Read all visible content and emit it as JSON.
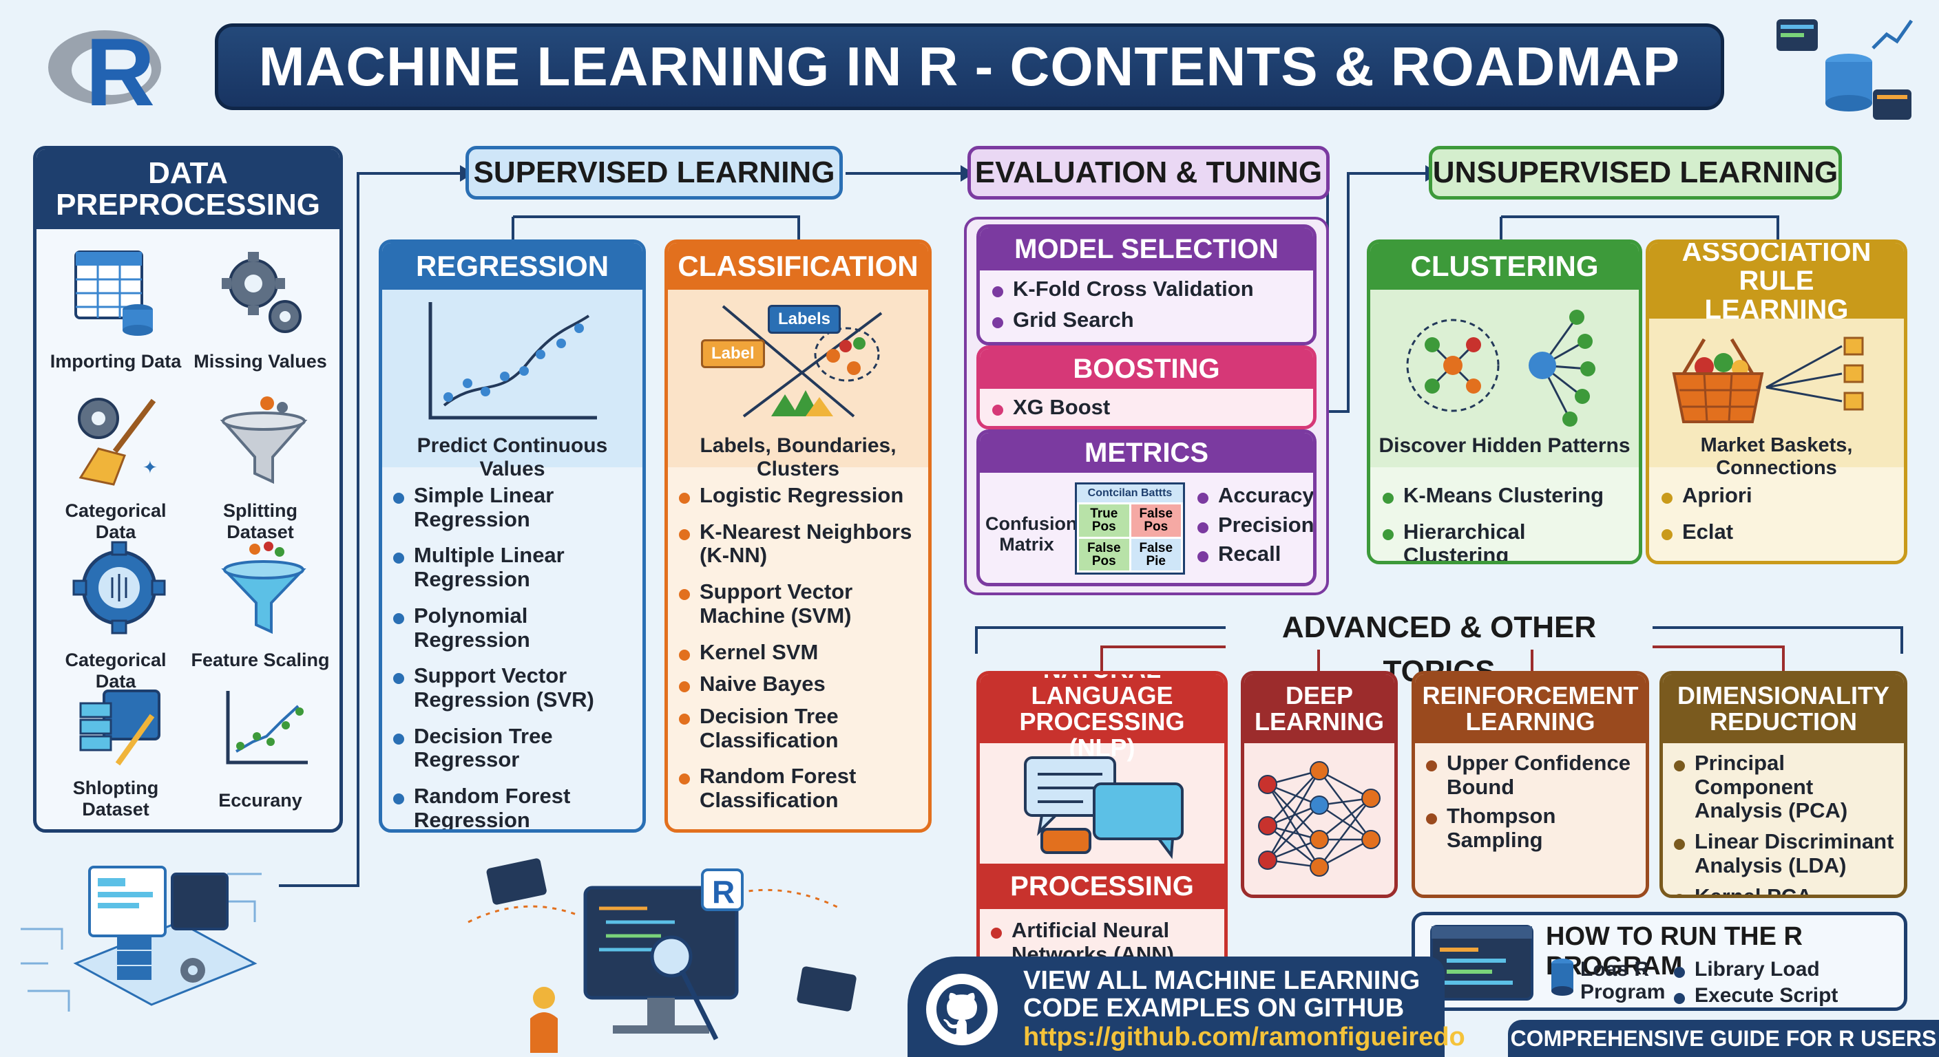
{
  "title": "MACHINE LEARNING IN R - CONTENTS & ROADMAP",
  "logo_letter": "R",
  "colors": {
    "navy": "#1e3f6e",
    "blue": "#2a6fb4",
    "orange": "#e2701e",
    "purple": "#7b3aa0",
    "pink": "#d63877",
    "green": "#3d9a3a",
    "gold": "#c99a1a",
    "red": "#c8322d",
    "darkred": "#9c2c2c",
    "brown": "#9a4a1e",
    "olive": "#7a5a1e"
  },
  "preprocessing": {
    "title": "DATA PREPROCESSING",
    "items": [
      "Importing Data",
      "Missing Values",
      "Categorical Data",
      "Splitting Dataset",
      "Categorical Data",
      "Feature Scaling",
      "Shlopting Dataset",
      "Eccurany"
    ]
  },
  "supervised": {
    "label": "SUPERVISED LEARNING",
    "regression": {
      "title": "REGRESSION",
      "caption": "Predict Continuous Values",
      "items": [
        "Simple Linear Regression",
        "Multiple Linear Regression",
        "Polynomial Regression",
        "Support Vector Regression (SVR)",
        "Decision Tree Regressor",
        "Random Forest Regression"
      ]
    },
    "classification": {
      "title": "CLASSIFICATION",
      "caption": "Labels, Boundaries, Clusters",
      "tag1": "Labels",
      "tag2": "Label",
      "items": [
        "Logistic Regression",
        "K-Nearest Neighbors (K-NN)",
        "Support Vector Machine (SVM)",
        "Kernel SVM",
        "Naive Bayes",
        "Decision Tree Classification",
        "Random Forest Classification"
      ]
    }
  },
  "evaluation": {
    "label": "EVALUATION & TUNING",
    "model_selection": {
      "title": "MODEL SELECTION",
      "items": [
        "K-Fold Cross Validation",
        "Grid Search"
      ]
    },
    "boosting": {
      "title": "BOOSTING",
      "items": [
        "XG Boost"
      ]
    },
    "metrics": {
      "title": "METRICS",
      "confusion_label": "Confusion Matrix",
      "matrix_header": "Contcilan Battts",
      "cells": [
        "True Pos",
        "False Pos",
        "False Pos",
        "False Pie"
      ],
      "items": [
        "Accuracy",
        "Precision",
        "Recall"
      ]
    }
  },
  "unsupervised": {
    "label": "UNSUPERVISED LEARNING",
    "clustering": {
      "title": "CLUSTERING",
      "caption": "Discover Hidden Patterns",
      "items": [
        "K-Means Clustering",
        "Hierarchical Clustering"
      ]
    },
    "association": {
      "title": "ASSOCIATION RULE LEARNING",
      "caption": "Market Baskets, Connections",
      "items": [
        "Apriori",
        "Eclat"
      ]
    }
  },
  "advanced": {
    "label": "ADVANCED & OTHER TOPICS",
    "nlp": {
      "title": "NATURAL LANGUAGE PROCESSING (NLP)",
      "sub": "PROCESSING",
      "items": [
        "Artificial Neural Networks (ANN)"
      ]
    },
    "deep": {
      "title": "DEEP LEARNING"
    },
    "reinforcement": {
      "title": "REINFORCEMENT LEARNING",
      "items": [
        "Upper Confidence Bound",
        "Thompson Sampling"
      ]
    },
    "dimensionality": {
      "title": "DIMENSIONALITY REDUCTION",
      "items": [
        "Principal Component Analysis (PCA)",
        "Linear Discriminant Analysis (LDA)",
        "Kernel PCA"
      ]
    }
  },
  "howto": {
    "title": "HOW TO RUN THE R PROGRAM",
    "left": "Loas R Program",
    "items": [
      "Library Load",
      "Execute Script"
    ]
  },
  "github": {
    "line1": "VIEW ALL MACHINE LEARNING",
    "line2": "CODE EXAMPLES ON GITHUB",
    "url": "https://github.com/ramonfigueiredo"
  },
  "footer": "COMPREHENSIVE GUIDE FOR R USERS"
}
